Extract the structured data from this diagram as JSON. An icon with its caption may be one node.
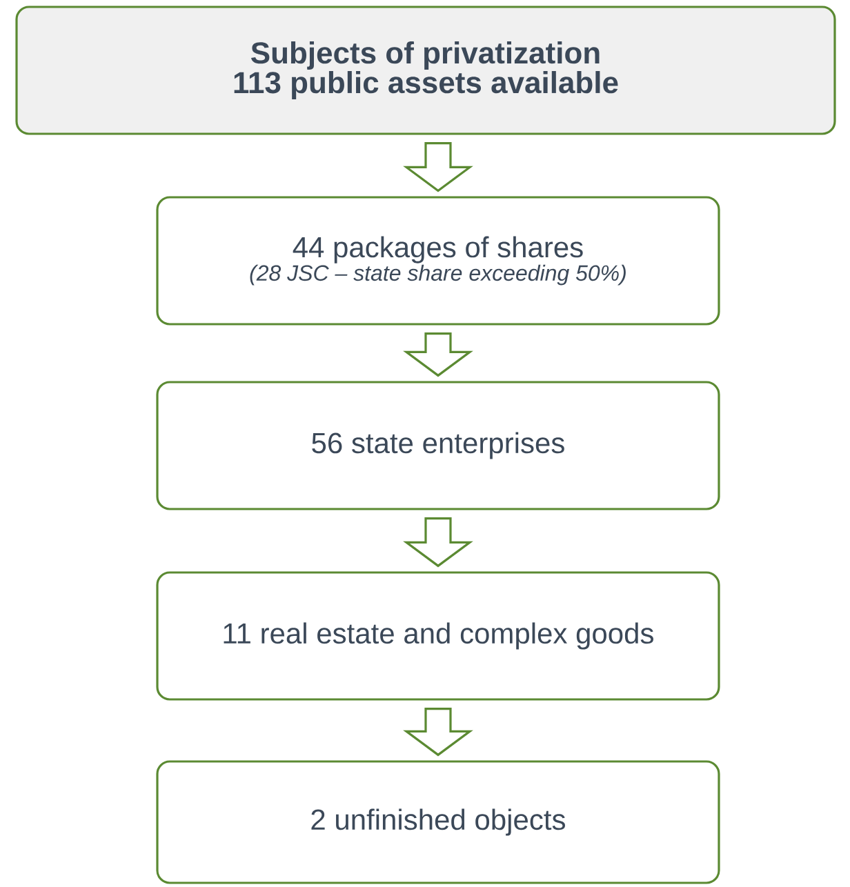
{
  "diagram": {
    "nodes": [
      {
        "text": [
          "Subjects of privatization",
          "113 public assets available"
        ]
      },
      {
        "text": [
          "44 packages of shares",
          "(28 JSC – state share exceeding 50%)"
        ]
      },
      {
        "text": [
          "56 state enterprises"
        ]
      },
      {
        "text": [
          "11 real estate and complex goods"
        ]
      },
      {
        "text": [
          "2 unfinished objects"
        ]
      }
    ],
    "edges": [
      {
        "from": 0,
        "to": 1,
        "arrow": "to"
      },
      {
        "from": 1,
        "to": 2,
        "arrow": "to"
      },
      {
        "from": 2,
        "to": 3,
        "arrow": "to"
      },
      {
        "from": 3,
        "to": 4,
        "arrow": "to"
      }
    ]
  }
}
